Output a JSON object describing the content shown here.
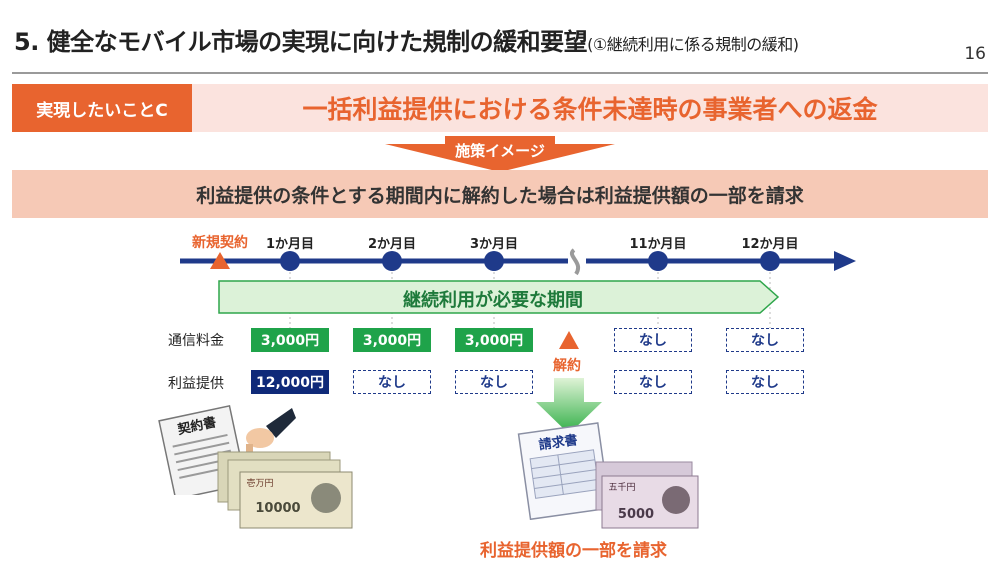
{
  "header": {
    "title": "5. 健全なモバイル市場の実現に向けた規制の緩和要望",
    "subtitle": "(①継続利用に係る規制の緩和)",
    "page_number": "16"
  },
  "goal": {
    "tag": "実現したいことC",
    "text": "一括利益提供における条件未達時の事業者への返金"
  },
  "measure": {
    "label": "施策イメージ"
  },
  "policy": {
    "text": "利益提供の条件とする期間内に解約した場合は利益提供額の一部を請求"
  },
  "timeline": {
    "start_label": "新規契約",
    "months": [
      "1か月目",
      "2か月目",
      "3か月目",
      "11か月目",
      "12か月目"
    ],
    "period_label": "継続利用が必要な期間",
    "cancel_label": "解約"
  },
  "rows": {
    "fee_label": "通信料金",
    "benefit_label": "利益提供",
    "fee": [
      "3,000円",
      "3,000円",
      "3,000円",
      "なし",
      "なし"
    ],
    "benefit": [
      "12,000円",
      "なし",
      "なし",
      "なし",
      "なし"
    ]
  },
  "illustrations": {
    "contract_doc": "契約書",
    "invoice_doc": "請求書",
    "bill_10000": "10000",
    "bill_10000_kanji": "壱万円",
    "bill_5000": "5000",
    "bill_5000_kanji": "五千円"
  },
  "bill_caption": "利益提供額の一部を請求",
  "colors": {
    "accent": "#e8642f",
    "green": "#1fa34a",
    "navy": "#0f2a79",
    "timeline": "#1f3a8a"
  }
}
